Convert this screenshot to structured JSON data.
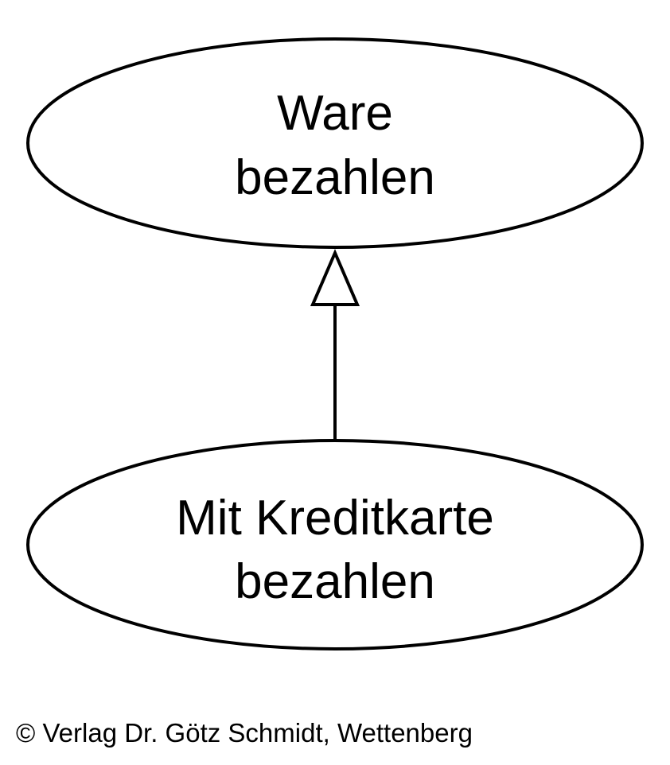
{
  "diagram": {
    "parent_use_case": {
      "line1": "Ware",
      "line2": "bezahlen"
    },
    "child_use_case": {
      "line1": "Mit Kreditkarte",
      "line2": "bezahlen"
    },
    "relationship": "generalization"
  },
  "footer": {
    "copyright": "© Verlag Dr. Götz Schmidt, Wettenberg"
  }
}
